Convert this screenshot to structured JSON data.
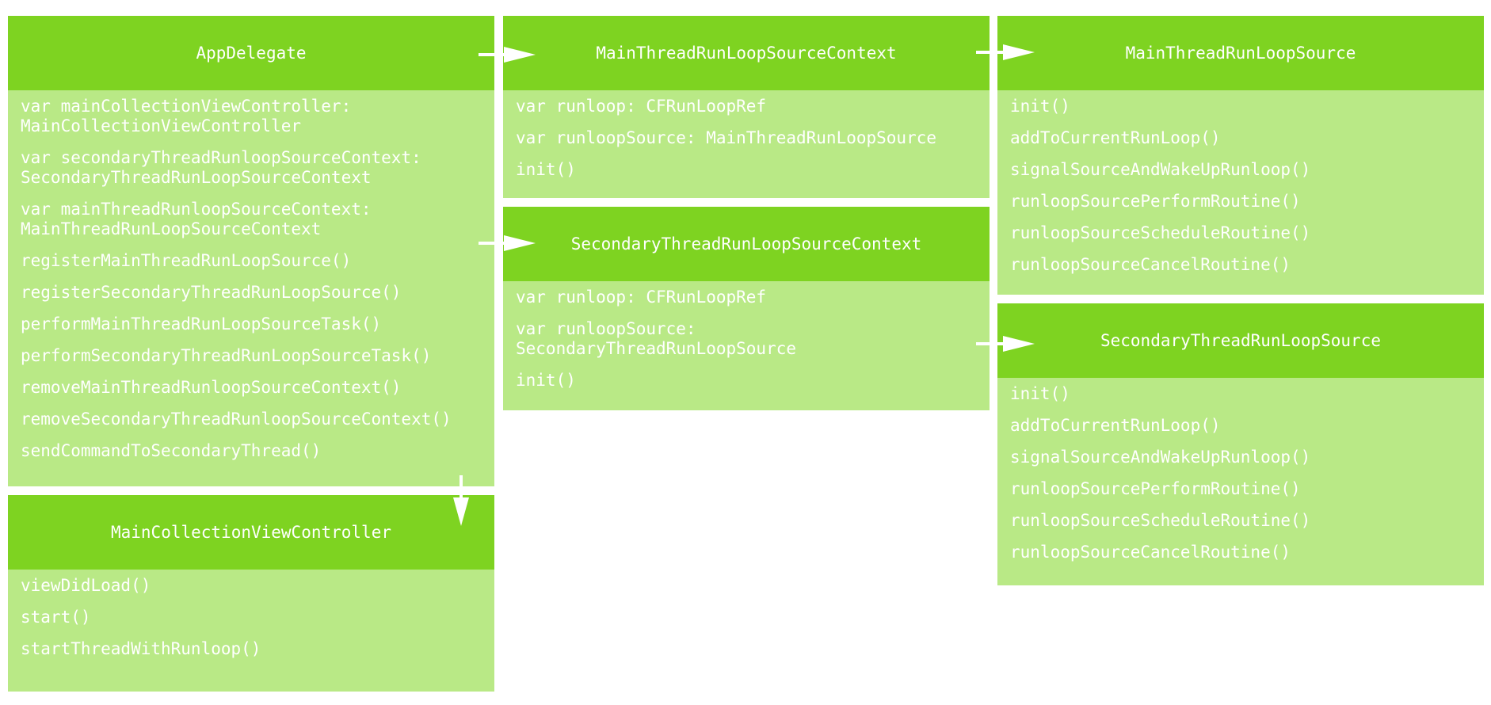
{
  "colors": {
    "header": "#7ed321",
    "body": "#b9e986",
    "text": "#ffffff"
  },
  "classes": {
    "app_delegate": {
      "title": "AppDelegate",
      "members": [
        "var mainCollectionViewController:\nMainCollectionViewController",
        "var secondaryThreadRunloopSourceContext:\nSecondaryThreadRunLoopSourceContext",
        "var mainThreadRunloopSourceContext:\nMainThreadRunLoopSourceContext",
        "registerMainThreadRunLoopSource()",
        "registerSecondaryThreadRunLoopSource()",
        "performMainThreadRunLoopSourceTask()",
        "performSecondaryThreadRunLoopSourceTask()",
        "removeMainThreadRunloopSourceContext()",
        "removeSecondaryThreadRunloopSourceContext()",
        "sendCommandToSecondaryThread()"
      ]
    },
    "main_collection_view_controller": {
      "title": "MainCollectionViewController",
      "members": [
        "viewDidLoad()",
        "start()",
        "startThreadWithRunloop()"
      ]
    },
    "main_thread_context": {
      "title": "MainThreadRunLoopSourceContext",
      "members": [
        "var runloop: CFRunLoopRef",
        "var runloopSource: MainThreadRunLoopSource",
        "init()"
      ]
    },
    "secondary_thread_context": {
      "title": "SecondaryThreadRunLoopSourceContext",
      "members": [
        "var runloop: CFRunLoopRef",
        "var runloopSource:\nSecondaryThreadRunLoopSource",
        "init()"
      ]
    },
    "main_thread_source": {
      "title": "MainThreadRunLoopSource",
      "members": [
        "init()",
        "addToCurrentRunLoop()",
        "signalSourceAndWakeUpRunloop()",
        "runloopSourcePerformRoutine()",
        "runloopSourceScheduleRoutine()",
        "runloopSourceCancelRoutine()"
      ]
    },
    "secondary_thread_source": {
      "title": "SecondaryThreadRunLoopSource",
      "members": [
        "init()",
        "addToCurrentRunLoop()",
        "signalSourceAndWakeUpRunloop()",
        "runloopSourcePerformRoutine()",
        "runloopSourceScheduleRoutine()",
        "runloopSourceCancelRoutine()"
      ]
    }
  }
}
